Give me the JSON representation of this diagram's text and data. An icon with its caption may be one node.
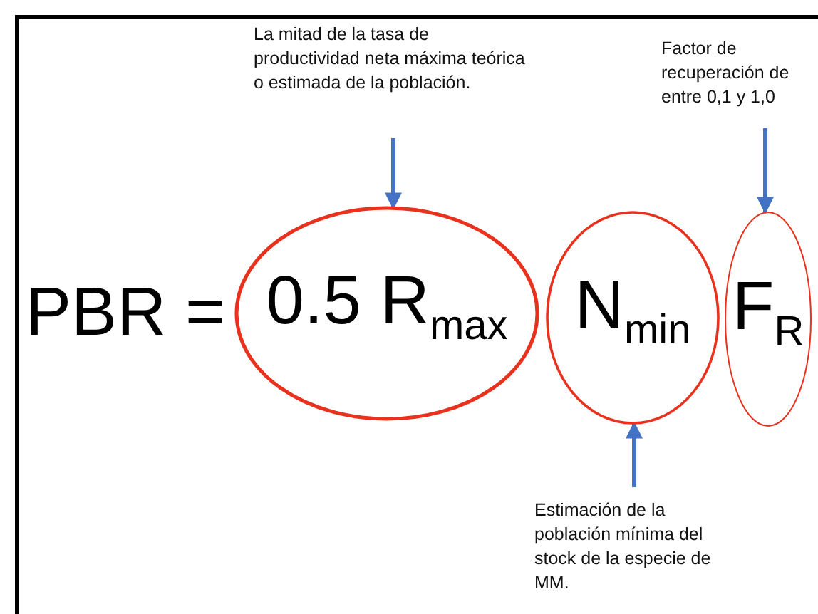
{
  "diagram": {
    "nodes": [
      {
        "text": [
          "La mitad de la tasa de productividad neta máxima teórica o estimada de la población."
        ]
      },
      {
        "text": [
          "0.5 R$_{max}$"
        ]
      },
      {
        "text": [
          "N$_{min}$"
        ]
      },
      {
        "text": [
          "F$_{R}$"
        ]
      },
      {
        "text": [
          "Factor de recuperación de entre 0,1 y 1,0"
        ]
      },
      {
        "text": [
          "Estimación de la población mínima del stock de la especie de MM."
        ]
      }
    ],
    "edges": [
      {
        "from": 0,
        "to": 1,
        "arrow": "to"
      },
      {
        "from": 4,
        "to": 3,
        "arrow": "to"
      },
      {
        "from": 5,
        "to": 2,
        "arrow": "to"
      }
    ],
    "labels": [
      "PBR ="
    ]
  }
}
